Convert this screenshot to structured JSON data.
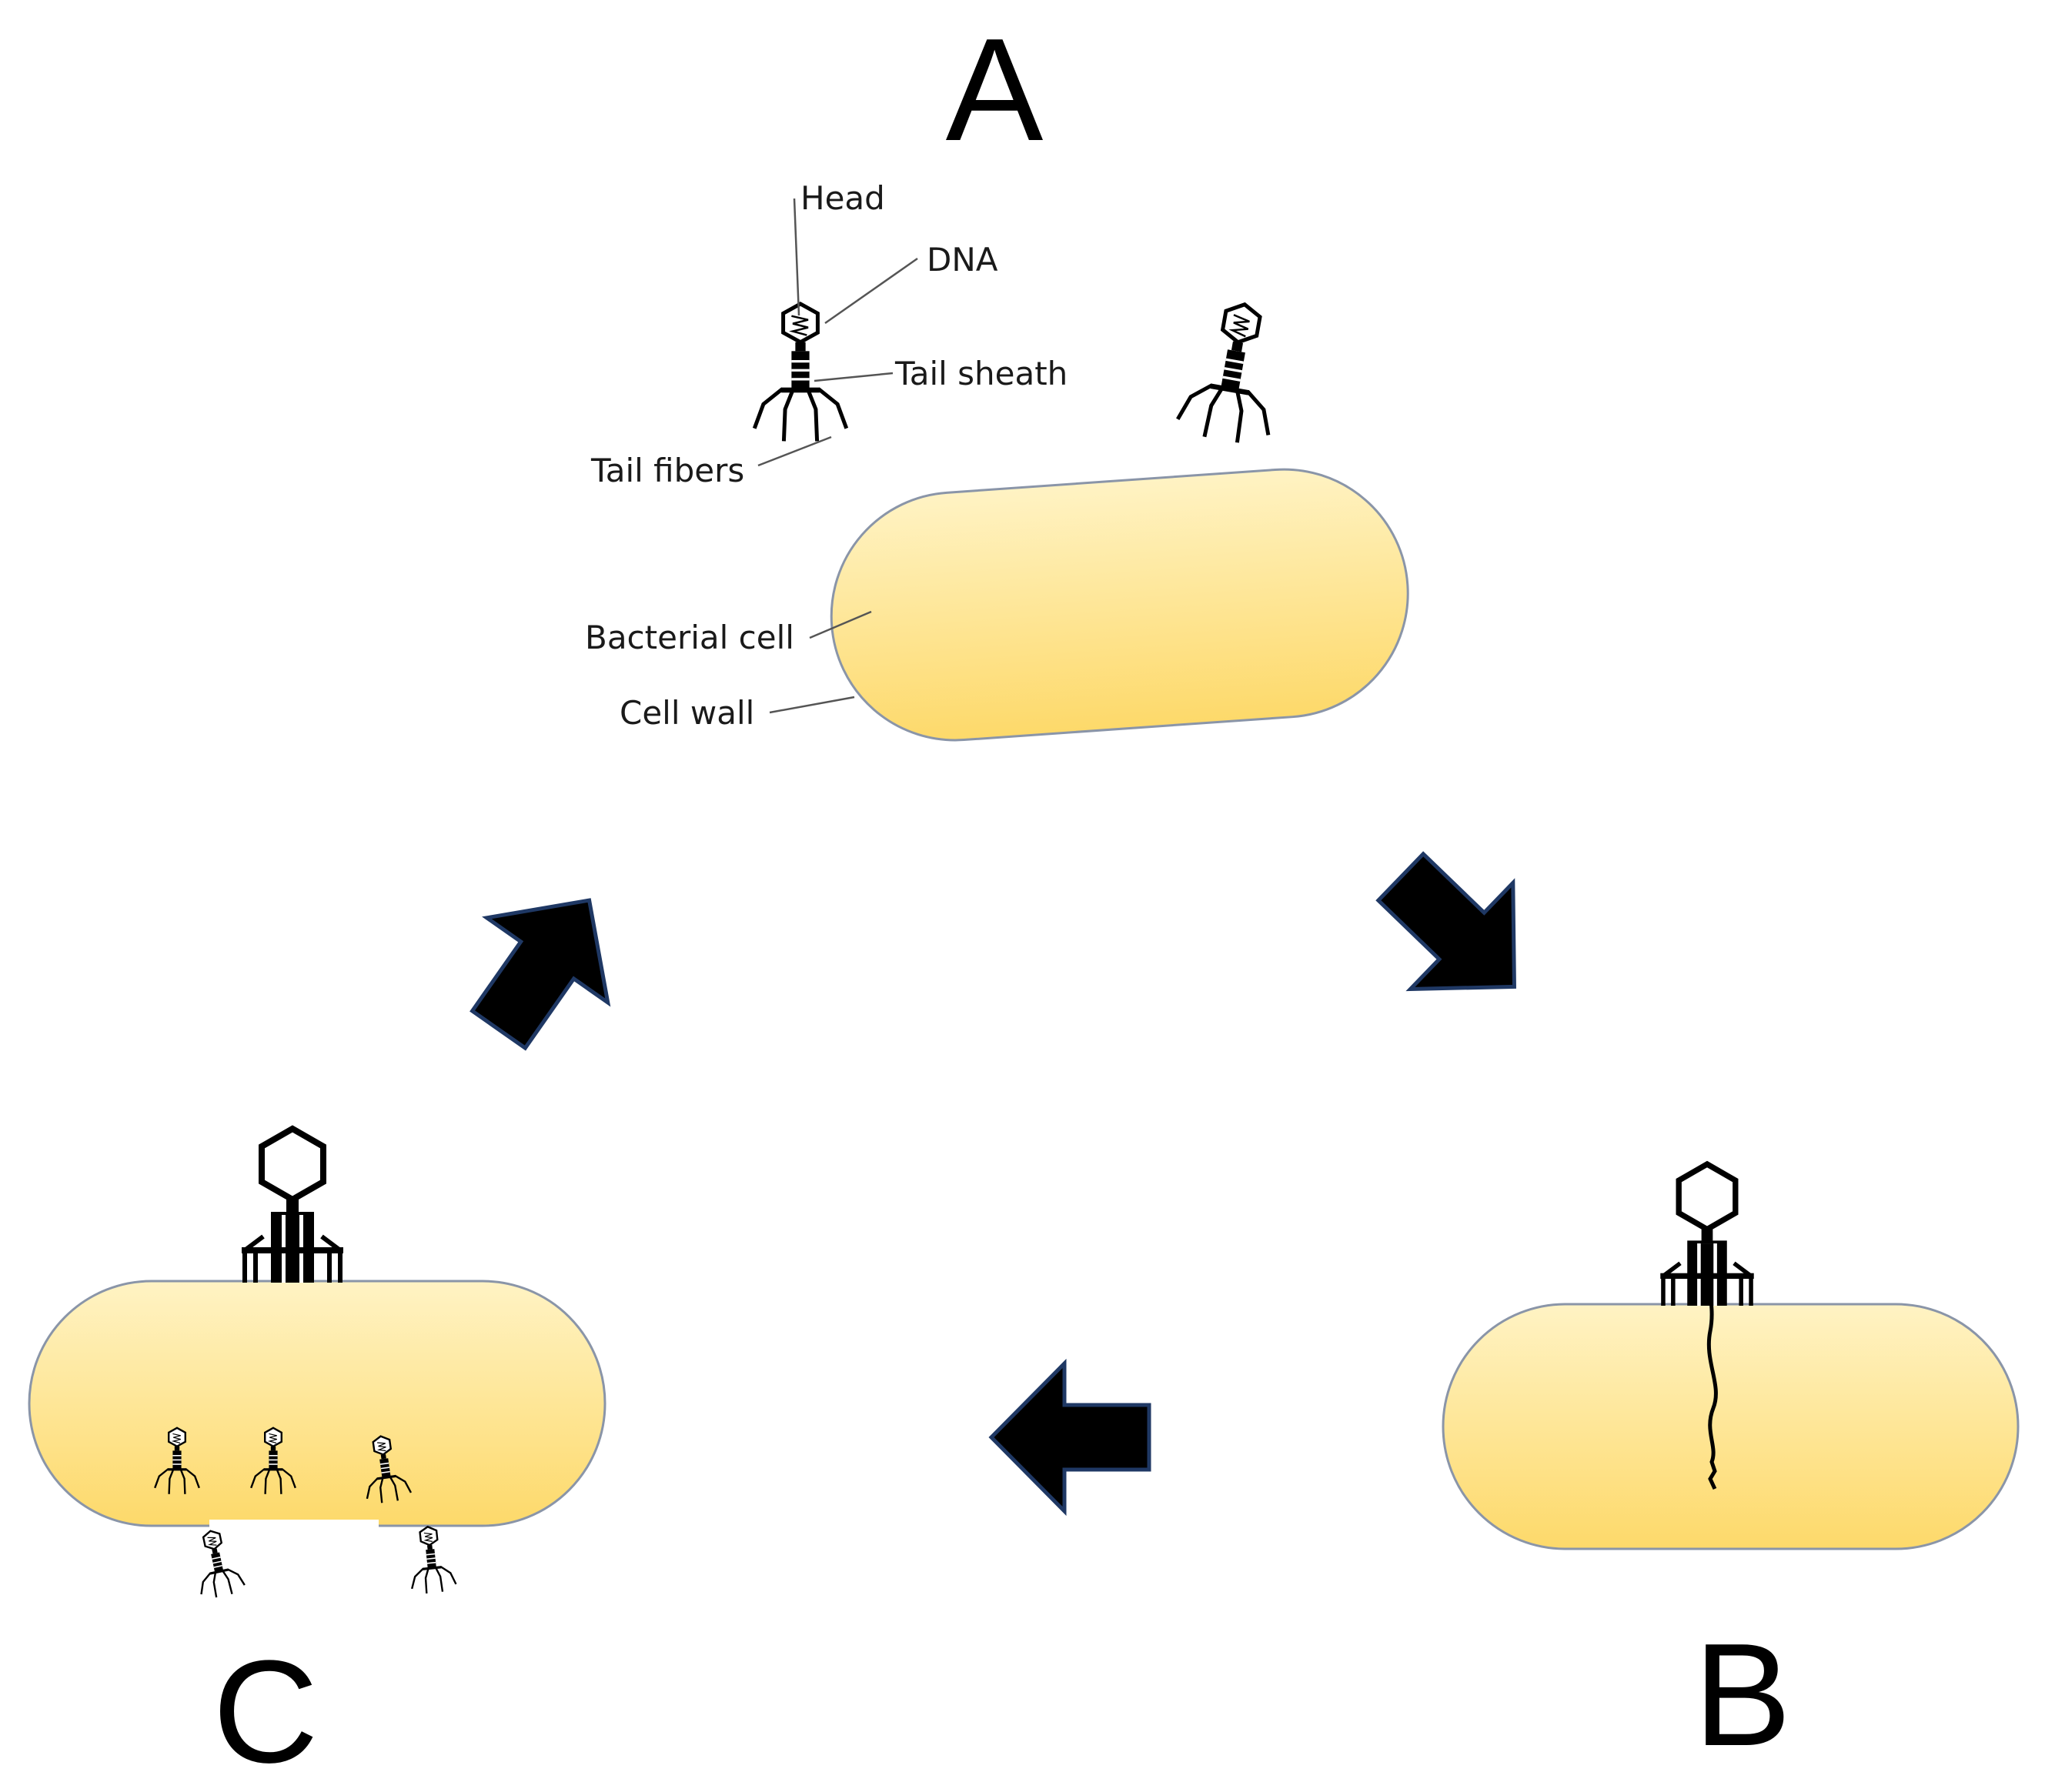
{
  "stages": {
    "a": "A",
    "b": "B",
    "c": "C"
  },
  "labels": {
    "head": "Head",
    "dna": "DNA",
    "tail_sheath": "Tail sheath",
    "tail_fibers": "Tail fibers",
    "bacterial_cell": "Bacterial cell",
    "cell_wall": "Cell wall"
  },
  "colors": {
    "cell_fill_top": "#fff3c4",
    "cell_fill_bottom": "#fdd96a",
    "cell_outline": "#8a95a8",
    "arrow_fill": "#000000",
    "arrow_outline": "#1f3864"
  },
  "icons": {
    "phage": "bacteriophage-icon",
    "cell": "bacterial-cell-icon",
    "arrow": "block-arrow-icon"
  }
}
